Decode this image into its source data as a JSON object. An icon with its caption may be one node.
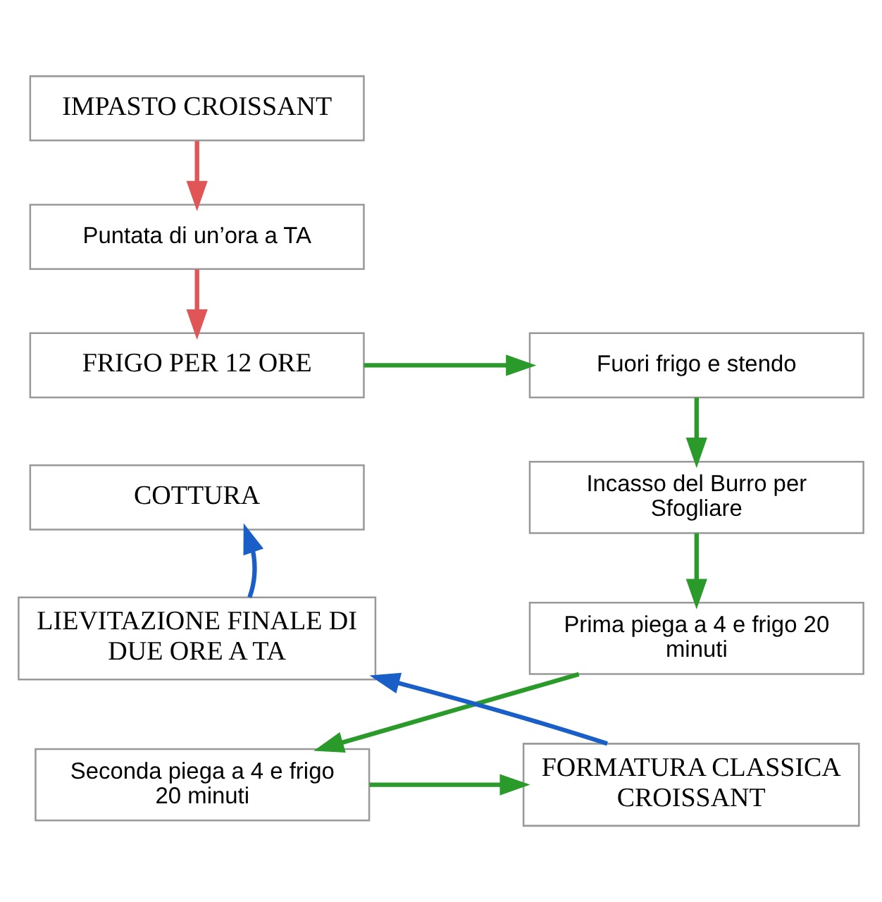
{
  "diagram": {
    "nodes": [
      {
        "text": [
          "IMPASTO CROISSANT"
        ]
      },
      {
        "text": [
          "Puntata di un’ora a TA"
        ]
      },
      {
        "text": [
          "FRIGO PER 12 ORE"
        ]
      },
      {
        "text": [
          "Fuori frigo e stendo"
        ]
      },
      {
        "text": [
          "Incasso del Burro per Sfogliare"
        ]
      },
      {
        "text": [
          "Prima piega a 4 e frigo 20 minuti"
        ]
      },
      {
        "text": [
          "Seconda piega a 4 e frigo 20 minuti"
        ]
      },
      {
        "text": [
          "FORMATURA CLASSICA CROISSANT"
        ]
      },
      {
        "text": [
          "LIEVITAZIONE FINALE DI DUE ORE A TA"
        ]
      },
      {
        "text": [
          "COTTURA"
        ]
      }
    ],
    "edges": [
      {
        "from": 0,
        "to": 1,
        "arrow": "to",
        "color": "#e05555"
      },
      {
        "from": 1,
        "to": 2,
        "arrow": "to",
        "color": "#e05555"
      },
      {
        "from": 2,
        "to": 3,
        "arrow": "to"
      },
      {
        "from": 3,
        "to": 4,
        "arrow": "to"
      },
      {
        "from": 4,
        "to": 5,
        "arrow": "to"
      },
      {
        "from": 5,
        "to": 6,
        "arrow": "to"
      },
      {
        "from": 6,
        "to": 7,
        "arrow": "to"
      },
      {
        "from": 7,
        "to": 8,
        "arrow": "to",
        "color": "#1a5fc8"
      },
      {
        "from": 8,
        "to": 9,
        "arrow": "to",
        "color": "#1a5fc8"
      }
    ]
  }
}
